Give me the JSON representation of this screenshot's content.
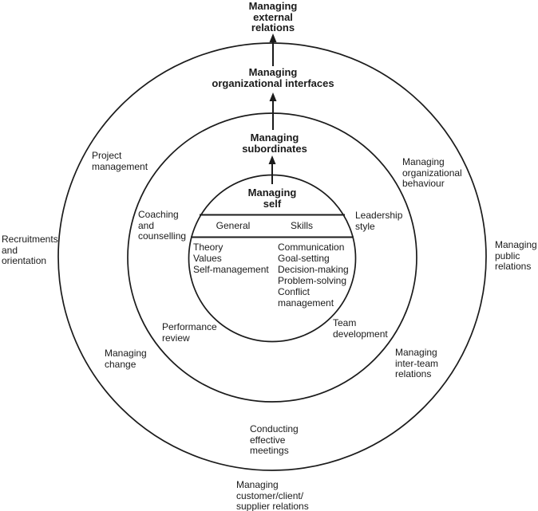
{
  "colors": {
    "line": "#1b1b1b",
    "text": "#1a1a1a",
    "background": "#ffffff"
  },
  "title_levels": {
    "external": {
      "lines": [
        "Managing",
        "external",
        "relations"
      ]
    },
    "interfaces": {
      "lines": [
        "Managing",
        "organizational interfaces"
      ]
    },
    "subordinates": {
      "lines": [
        "Managing",
        "subordinates"
      ]
    },
    "self": {
      "lines": [
        "Managing",
        "self"
      ]
    }
  },
  "inner_table": {
    "col1_header": "General",
    "col2_header": "Skills",
    "col1_items": [
      "Theory",
      "Values",
      "Self-management"
    ],
    "col2_items": [
      "Communication",
      "Goal-setting",
      "Decision-making",
      "Problem-solving",
      "Conflict",
      "management"
    ]
  },
  "ring1_labels": {
    "coaching": {
      "lines": [
        "Coaching",
        "and",
        "counselling"
      ]
    },
    "leadership": {
      "lines": [
        "Leadership",
        "style"
      ]
    },
    "performance": {
      "lines": [
        "Performance",
        "review"
      ]
    },
    "team_development": {
      "lines": [
        "Team",
        "development"
      ]
    }
  },
  "ring2_labels": {
    "project_management": {
      "lines": [
        "Project",
        "management"
      ]
    },
    "organizational_behaviour": {
      "lines": [
        "Managing",
        "organizational",
        "behaviour"
      ]
    },
    "managing_change": {
      "lines": [
        "Managing",
        "change"
      ]
    },
    "inter_team": {
      "lines": [
        "Managing",
        "inter-team",
        "relations"
      ]
    },
    "effective_meetings": {
      "lines": [
        "Conducting",
        "effective",
        "meetings"
      ]
    }
  },
  "outside_labels": {
    "recruitments": {
      "lines": [
        "Recruitments",
        "and",
        "orientation"
      ]
    },
    "public_relations": {
      "lines": [
        "Managing",
        "public",
        "relations"
      ]
    },
    "customer_relations": {
      "lines": [
        "Managing",
        "customer/client/",
        "supplier relations"
      ]
    }
  }
}
